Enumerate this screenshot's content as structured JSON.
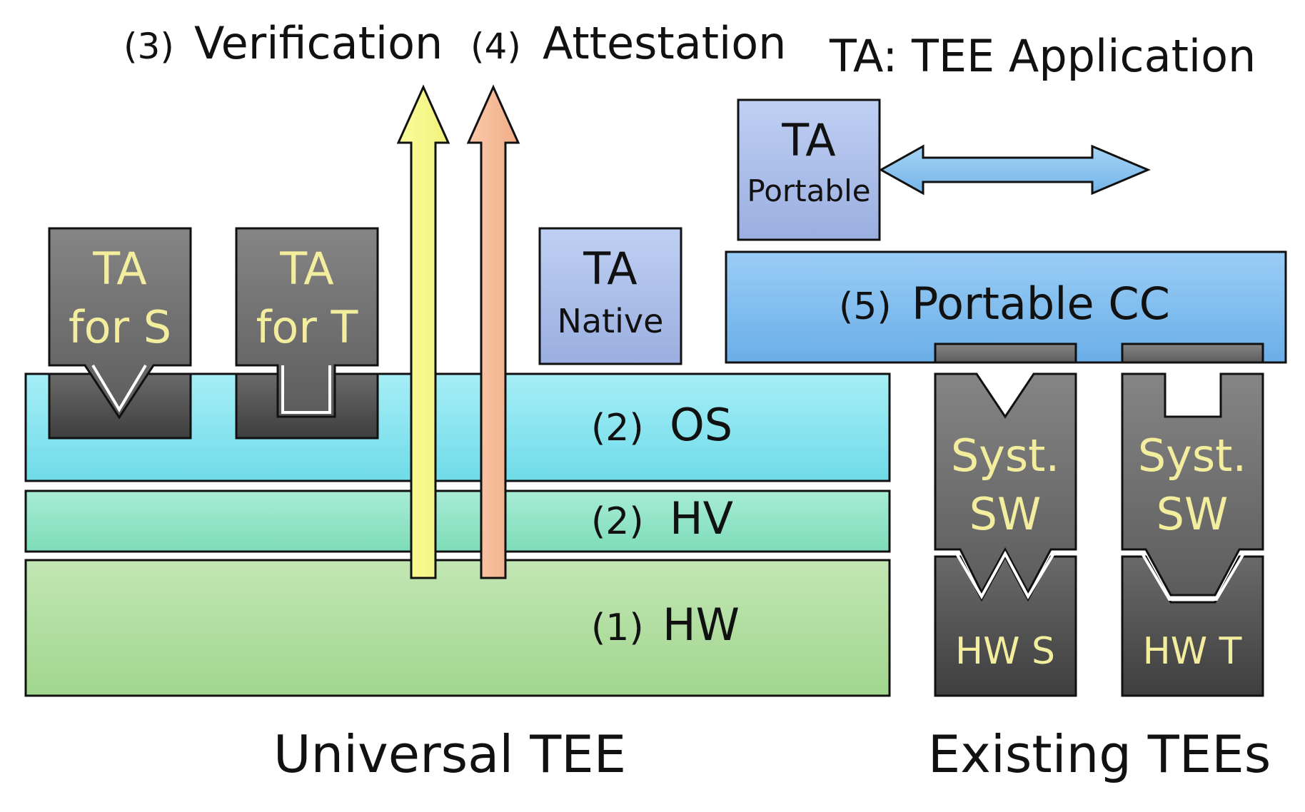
{
  "labels": {
    "verification_num": "(3)",
    "verification": "Verification",
    "attestation_num": "(4)",
    "attestation": "Attestation",
    "ta_legend": "TA: TEE Application",
    "ta_portable_line1": "TA",
    "ta_portable_line2": "Portable",
    "portable_cc_num": "(5)",
    "portable_cc": "Portable CC",
    "ta_s_line1": "TA",
    "ta_s_line2": "for S",
    "ta_t_line1": "TA",
    "ta_t_line2": "for T",
    "ta_native_line1": "TA",
    "ta_native_line2": "Native",
    "os_num": "(2)",
    "os": "OS",
    "hv_num": "(2)",
    "hv": "HV",
    "hw_num": "(1)",
    "hw": "HW",
    "syst_sw_s_line1": "Syst.",
    "syst_sw_s_line2": "SW",
    "syst_sw_t_line1": "Syst.",
    "syst_sw_t_line2": "SW",
    "hw_s": "HW S",
    "hw_t": "HW T",
    "universal_tee": "Universal TEE",
    "existing_tees": "Existing TEEs"
  },
  "colors": {
    "os_layer": "#86e3ef",
    "hv_layer": "#8ee3c6",
    "hw_layer": "#b0dca0",
    "ta_blue": "#a9bce9",
    "portable_cc": "#7fbbee",
    "gray_box": "#6f6f6f",
    "verification_arrow": "#f6f88a",
    "attestation_arrow": "#f6b897",
    "double_arrow": "#8cc4ee"
  }
}
